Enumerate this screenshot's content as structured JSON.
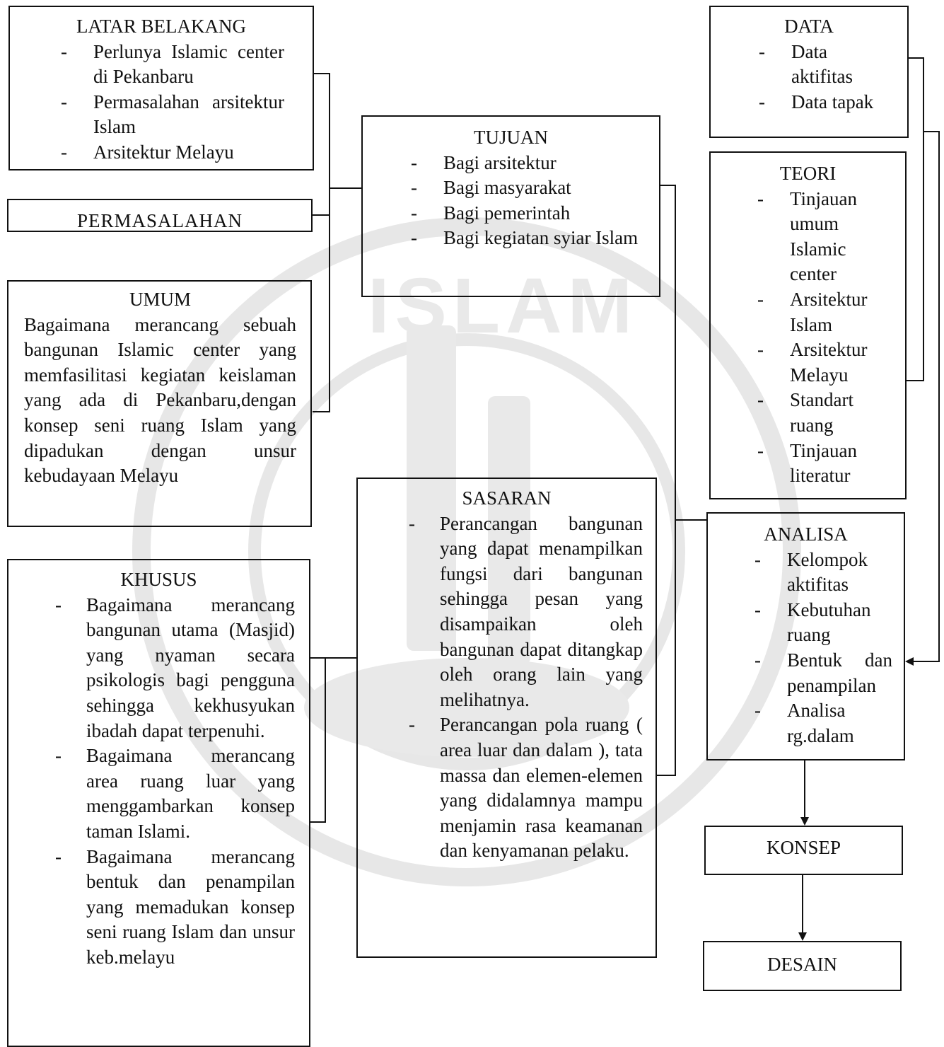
{
  "latar_belakang": {
    "title": "LATAR BELAKANG",
    "items": [
      "Perlunya Islamic center di  Pekanbaru",
      "Permasalahan arsitektur Islam",
      "Arsitektur Melayu"
    ]
  },
  "permasalahan": {
    "title": "PERMASALAHAN"
  },
  "umum": {
    "title": "UMUM",
    "text": "Bagaimana merancang sebuah bangunan Islamic center yang memfasilitasi kegiatan keislaman yang ada di Pekanbaru,dengan konsep seni ruang Islam yang dipadukan dengan unsur kebudayaan Melayu"
  },
  "khusus": {
    "title": "KHUSUS",
    "items": [
      "Bagaimana merancang bangunan utama (Masjid) yang nyaman secara psikologis bagi pengguna sehingga kekhusyukan ibadah dapat terpenuhi.",
      "Bagaimana merancang area ruang luar yang menggambarkan konsep taman Islami.",
      "Bagaimana merancang bentuk dan penampilan yang memadukan konsep seni ruang Islam dan unsur keb.melayu"
    ]
  },
  "tujuan": {
    "title": "TUJUAN",
    "items": [
      "Bagi arsitektur",
      "Bagi masyarakat",
      "Bagi pemerintah",
      "Bagi kegiatan syiar Islam"
    ]
  },
  "sasaran": {
    "title": "SASARAN",
    "items": [
      "Perancangan bangunan yang dapat menampilkan fungsi dari bangunan sehingga pesan yang disampaikan oleh bangunan dapat ditangkap oleh orang lain yang melihatnya.",
      "Perancangan pola ruang ( area luar dan dalam ), tata massa dan elemen-elemen yang didalamnya mampu menjamin rasa keamanan dan kenyamanan pelaku."
    ]
  },
  "data": {
    "title": "DATA",
    "items": [
      "Data aktifitas",
      "Data tapak"
    ]
  },
  "teori": {
    "title": "TEORI",
    "items": [
      "Tinjauan umum Islamic center",
      "Arsitektur Islam",
      "Arsitektur Melayu",
      "Standart ruang",
      "Tinjauan literatur"
    ]
  },
  "analisa": {
    "title": "ANALISA",
    "items": [
      "Kelompok aktifitas",
      "Kebutuhan ruang",
      "Bentuk dan penampilan",
      "Analisa rg.dalam"
    ]
  },
  "konsep": {
    "title": "KONSEP"
  },
  "desain": {
    "title": "DESAIN"
  },
  "watermark": {
    "top_text": "ISLAM"
  },
  "colors": {
    "ink": "#111111",
    "watermark": "#e6e6e6"
  }
}
